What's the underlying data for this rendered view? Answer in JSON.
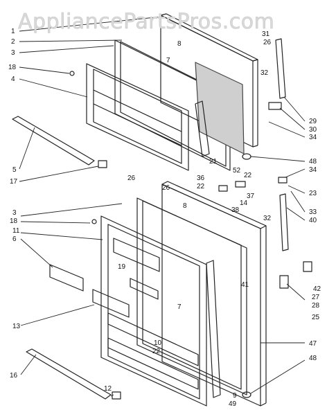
{
  "watermark": "AppliancePartsPros.com",
  "callouts": [
    "1",
    "2",
    "3",
    "18",
    "4",
    "5",
    "17",
    "26",
    "8",
    "7",
    "31",
    "26",
    "32",
    "29",
    "30",
    "34",
    "48",
    "21",
    "52",
    "22",
    "36",
    "22",
    "34",
    "23",
    "26",
    "8",
    "3",
    "18",
    "11",
    "6",
    "19",
    "13",
    "38",
    "14",
    "37",
    "32",
    "33",
    "40",
    "42",
    "27",
    "28",
    "25",
    "47",
    "41",
    "7",
    "10",
    "22",
    "9",
    "49",
    "48",
    "16",
    "12"
  ]
}
